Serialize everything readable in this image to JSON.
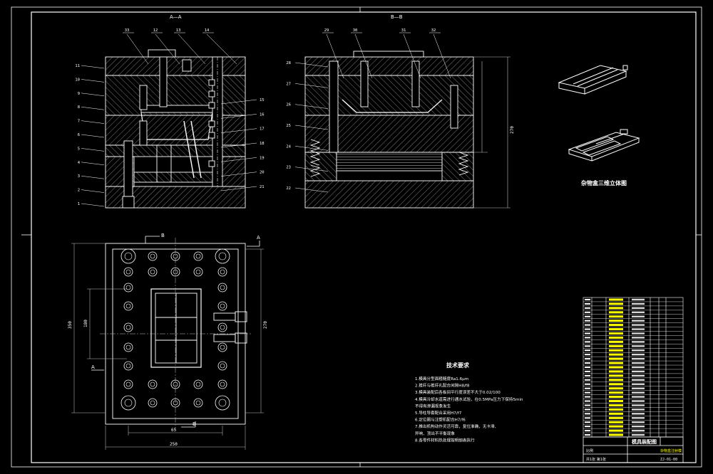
{
  "sheet": {
    "background": "#000000",
    "line_color": "#ffffff",
    "accent_color": "#ffff00",
    "dim_color": "#c0c0c0"
  },
  "sections": {
    "aa_label": "A—A",
    "bb_label": "B—B",
    "plan_marker_b": "B",
    "plan_marker_a": "A"
  },
  "callouts_left": [
    "11",
    "10",
    "9",
    "8",
    "7",
    "6",
    "5",
    "4",
    "3",
    "2",
    "1"
  ],
  "callouts_aa_top": [
    "33",
    "12",
    "13",
    "14"
  ],
  "callouts_aa_right": [
    "15",
    "16",
    "17",
    "18",
    "19",
    "20",
    "21"
  ],
  "callouts_bb_left": [
    "28",
    "27",
    "26",
    "25",
    "24",
    "23",
    "22"
  ],
  "callouts_bb_top": [
    "29",
    "30",
    "31",
    "32"
  ],
  "dimensions": {
    "bb_height": "270",
    "plan_width_inner": "65",
    "plan_width_outer": "250",
    "plan_height_outer": "350",
    "plan_height_inner": "180",
    "plan_height_mid": "270"
  },
  "iso_caption": "杂物盒三维立体图",
  "tech_title": "技术要求",
  "tech_lines": [
    "1.模具分型面粗糙度Ra1.6μm",
    "2.推杆与推杆孔配合间隙H8/f8",
    "3.模具装配后各板间平行度误差不大于0.02/100",
    "4.模具冷却水道需进行通水试验，在0.5MPa压力下保持5min",
    "  不得有渗漏现象发生",
    "5.导柱导套配合采用H7/f7",
    "6.定位圈与注塑机配合H7/f6",
    "7.推出机构动作灵活可靠，复位准确，无卡滞、",
    "  异响、顶出不平衡现象",
    "8.各零件材料热处理按明细表执行"
  ],
  "title_block": {
    "assembly_title": "模具装配图",
    "drawing_no": "ZJ-01-00",
    "part_name": "杂物盒注射模",
    "scale_label": "比例",
    "sheet_label": "共1张 第1张"
  }
}
